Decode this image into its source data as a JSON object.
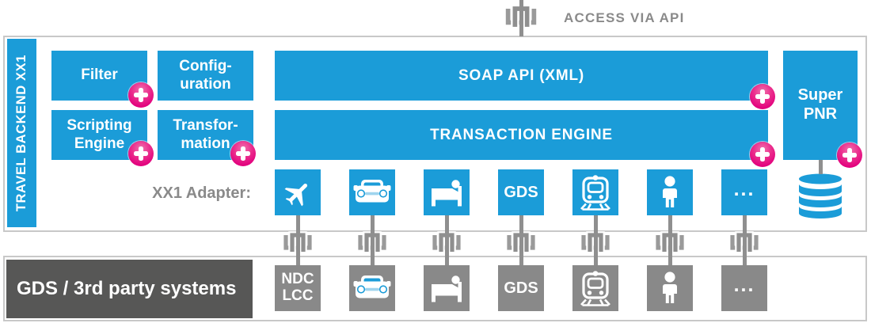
{
  "colors": {
    "blue": "#1b9cd8",
    "magenta": "#e2007d",
    "label_gray": "#8a8a8a",
    "dark_gray": "#575756",
    "tile_gray": "#898989",
    "panel_border": "#c8c8c8"
  },
  "api_access": {
    "label": "ACCESS VIA API"
  },
  "backend": {
    "sidebar_label": "TRAVEL BACKEND XX1",
    "modules": {
      "filter": "Filter",
      "configuration": "Config-\nuration",
      "scripting_engine": "Scripting\nEngine",
      "transformation": "Transfor-\nmation"
    },
    "soap_api": "SOAP API (XML)",
    "transaction_engine": "TRANSACTION ENGINE",
    "super_pnr": "Super\nPNR",
    "adapter_label": "XX1 Adapter:",
    "adapters": [
      {
        "icon": "flight"
      },
      {
        "icon": "car"
      },
      {
        "icon": "hotel"
      },
      {
        "icon": "gds",
        "label": "GDS"
      },
      {
        "icon": "rail"
      },
      {
        "icon": "profile"
      },
      {
        "icon": "more",
        "label": "..."
      }
    ]
  },
  "external": {
    "label": "GDS / 3rd party systems",
    "tiles": [
      {
        "icon": "ndc-lcc",
        "label": "NDC\nLCC"
      },
      {
        "icon": "car"
      },
      {
        "icon": "hotel"
      },
      {
        "icon": "gds",
        "label": "GDS"
      },
      {
        "icon": "rail"
      },
      {
        "icon": "profile"
      },
      {
        "icon": "more",
        "label": "..."
      }
    ]
  }
}
